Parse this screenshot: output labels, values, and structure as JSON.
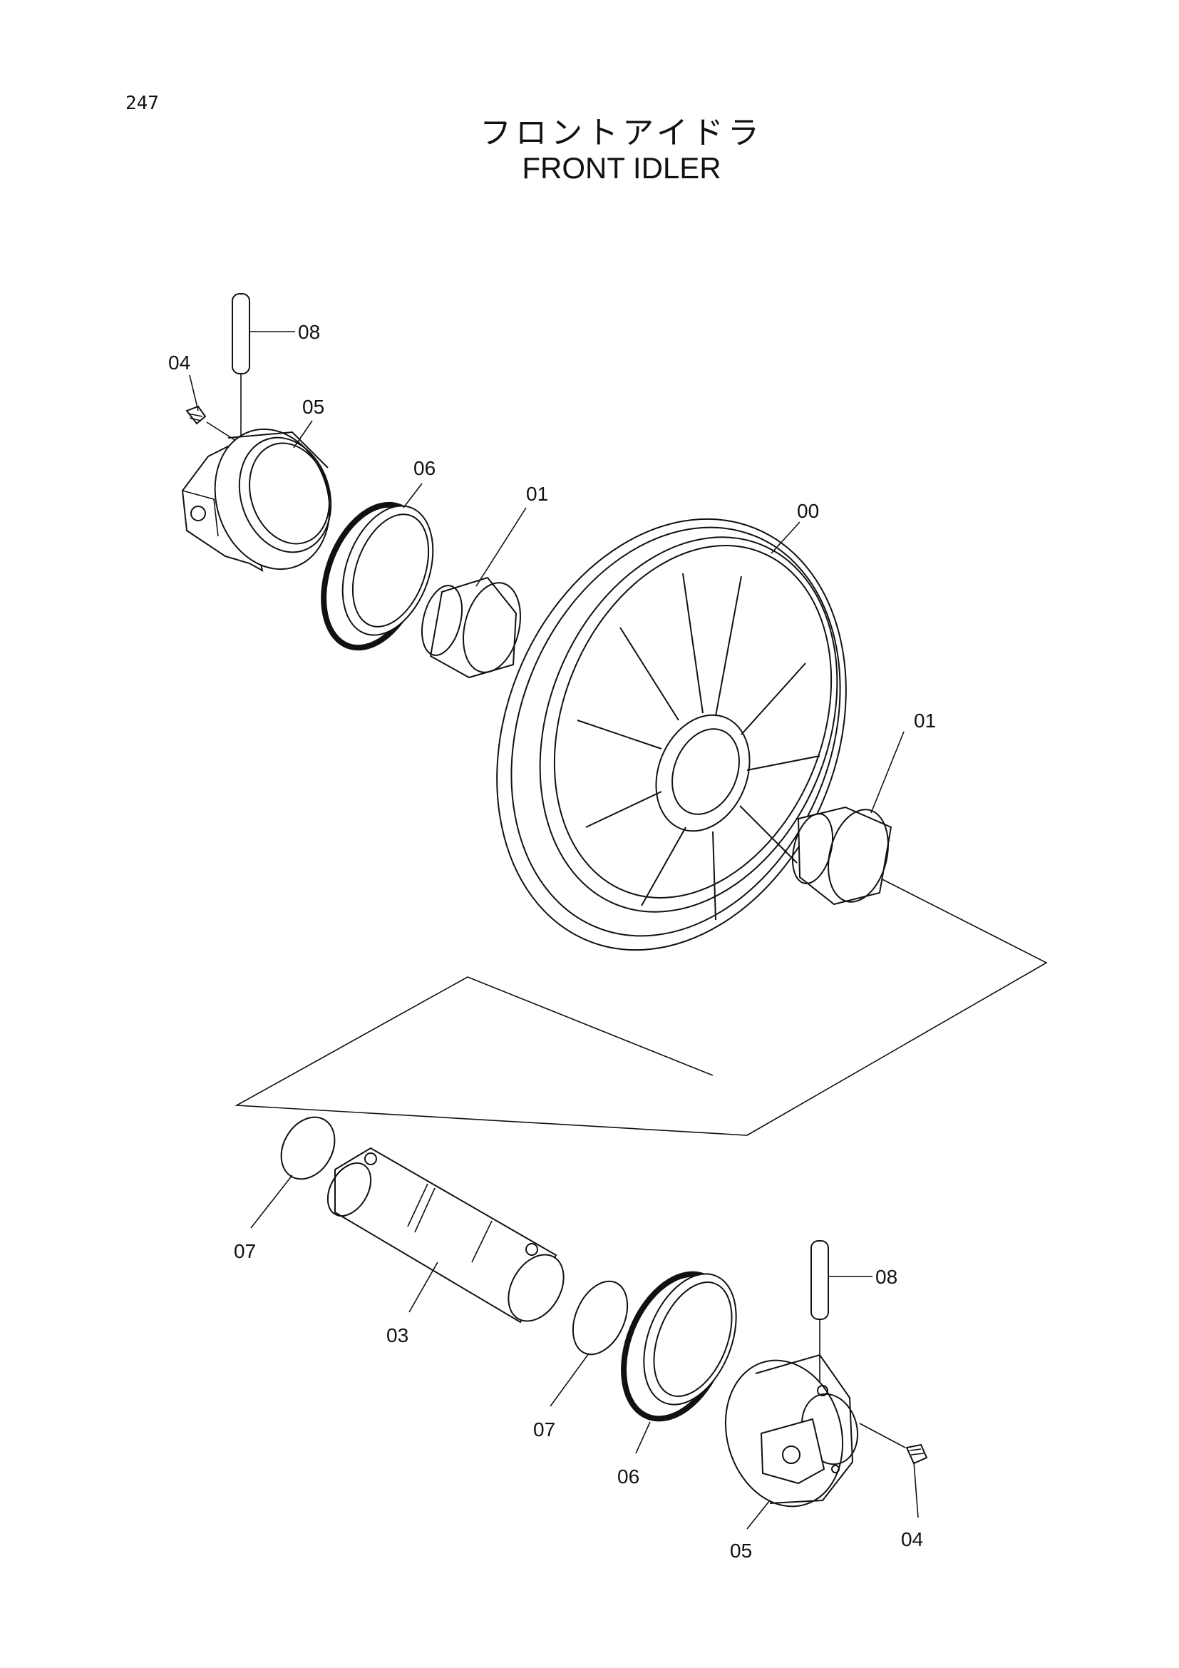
{
  "page_number": "247",
  "title_jp": "フロントアイドラ",
  "title_en": "FRONT IDLER",
  "callouts": {
    "c00": "00",
    "c01a": "01",
    "c01b": "01",
    "c03": "03",
    "c04a": "04",
    "c04b": "04",
    "c05a": "05",
    "c05b": "05",
    "c06a": "06",
    "c06b": "06",
    "c07a": "07",
    "c07b": "07",
    "c08a": "08",
    "c08b": "08"
  }
}
